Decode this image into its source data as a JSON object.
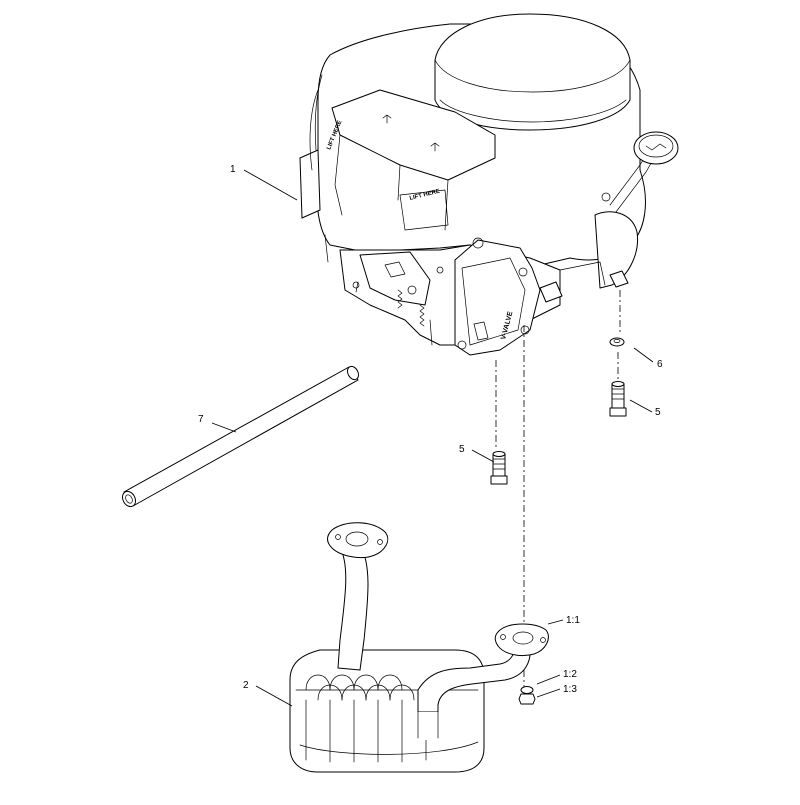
{
  "callouts": {
    "c1": "1",
    "c2": "2",
    "c5a": "5",
    "c5b": "5",
    "c6": "6",
    "c7": "7",
    "c1_1": "1:1",
    "c1_2": "1:2",
    "c1_3": "1:3"
  },
  "decals": {
    "lift_here_top": "LIFT HERE",
    "lift_here_front": "LIFT HERE",
    "v_valve": "V-VALVE"
  },
  "colors": {
    "line": "#000000",
    "background": "#ffffff"
  }
}
